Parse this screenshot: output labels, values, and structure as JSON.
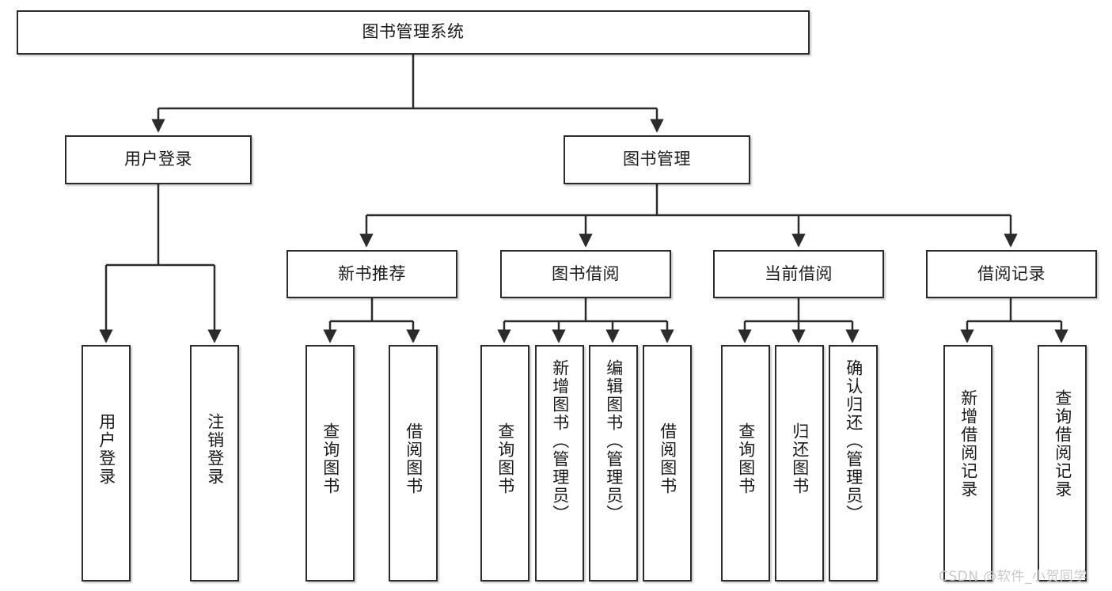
{
  "diagram": {
    "type": "tree-hierarchy-chart",
    "title": "图书管理系统",
    "orientation": "top-down",
    "line_color": "#2b2b2b",
    "box_fill": "#ffffff",
    "text_color": "#1a1a1a",
    "levels": 4
  },
  "nodes": {
    "root": {
      "label": "图书管理系统",
      "level": 1
    },
    "l2": [
      {
        "id": "user-login",
        "label": "用户登录",
        "level": 2
      },
      {
        "id": "book-manage",
        "label": "图书管理",
        "level": 2
      }
    ],
    "l3": [
      {
        "id": "new-book-recommend",
        "label": "新书推荐",
        "level": 3,
        "parent": "book-manage"
      },
      {
        "id": "book-borrow",
        "label": "图书借阅",
        "level": 3,
        "parent": "book-manage"
      },
      {
        "id": "current-borrow",
        "label": "当前借阅",
        "level": 3,
        "parent": "book-manage"
      },
      {
        "id": "borrow-record",
        "label": "借阅记录",
        "level": 3,
        "parent": "book-manage"
      }
    ],
    "leaves": [
      {
        "id": "leaf-user-login",
        "label": "用户登录",
        "parent": "user-login",
        "orientation": "vertical"
      },
      {
        "id": "leaf-user-logout",
        "label": "注销登录",
        "parent": "user-login",
        "orientation": "vertical"
      },
      {
        "id": "leaf-query-book-1",
        "label": "查询图书",
        "parent": "new-book-recommend",
        "orientation": "vertical"
      },
      {
        "id": "leaf-borrow-book-1",
        "label": "借阅图书",
        "parent": "new-book-recommend",
        "orientation": "vertical"
      },
      {
        "id": "leaf-query-book-2",
        "label": "查询图书",
        "parent": "book-borrow",
        "orientation": "vertical"
      },
      {
        "id": "leaf-add-book",
        "label": "新增图书（管理员）",
        "parent": "book-borrow",
        "orientation": "vertical"
      },
      {
        "id": "leaf-edit-book",
        "label": "编辑图书（管理员）",
        "parent": "book-borrow",
        "orientation": "vertical"
      },
      {
        "id": "leaf-borrow-book-2",
        "label": "借阅图书",
        "parent": "book-borrow",
        "orientation": "vertical"
      },
      {
        "id": "leaf-query-book-3",
        "label": "查询图书",
        "parent": "current-borrow",
        "orientation": "vertical"
      },
      {
        "id": "leaf-return-book",
        "label": "归还图书",
        "parent": "current-borrow",
        "orientation": "vertical"
      },
      {
        "id": "leaf-confirm-return",
        "label": "确认归还（管理员）",
        "parent": "current-borrow",
        "orientation": "vertical"
      },
      {
        "id": "leaf-add-record",
        "label": "新增借阅记录",
        "parent": "borrow-record",
        "orientation": "vertical"
      },
      {
        "id": "leaf-query-record",
        "label": "查询借阅记录",
        "parent": "borrow-record",
        "orientation": "vertical"
      }
    ]
  },
  "watermark": {
    "text": "CSDN @软件_小贺同学",
    "color": "#c9c9c9"
  }
}
